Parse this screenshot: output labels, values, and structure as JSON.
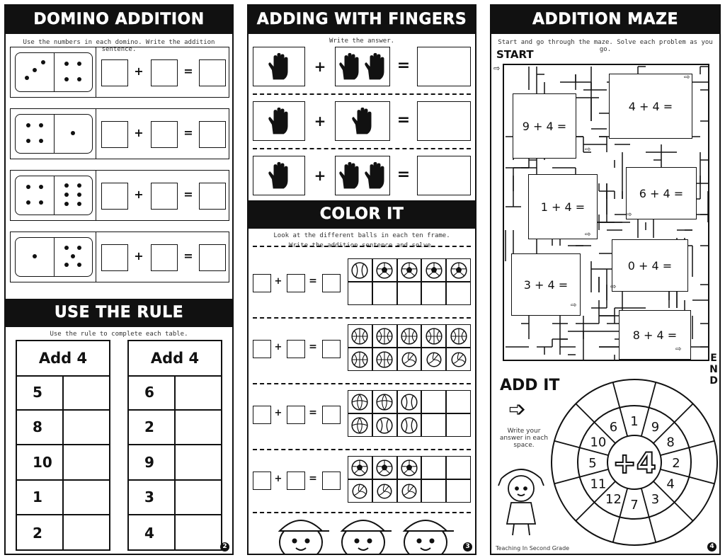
{
  "page2": {
    "domino": {
      "title": "DOMINO ADDITION",
      "instruction": "Use the numbers in each domino. Write the addition sentence.",
      "items": [
        [
          3,
          4
        ],
        [
          4,
          1
        ],
        [
          4,
          6
        ],
        [
          1,
          5
        ]
      ],
      "plus": "+",
      "equals": "="
    },
    "rule": {
      "title": "USE THE RULE",
      "instruction": "Use the rule to complete each table.",
      "tables": [
        {
          "header": "Add 4",
          "values": [
            "5",
            "8",
            "10",
            "1",
            "2"
          ]
        },
        {
          "header": "Add 4",
          "values": [
            "6",
            "2",
            "9",
            "3",
            "4"
          ]
        }
      ]
    },
    "page_number": "2"
  },
  "page3": {
    "fingers": {
      "title": "ADDING WITH FINGERS",
      "instruction": "Write the answer.",
      "rows": [
        {
          "left_hands": 1,
          "right_hands": 2
        },
        {
          "left_hands": 1,
          "right_hands": 1
        },
        {
          "left_hands": 1,
          "right_hands": 2
        }
      ],
      "plus": "+",
      "equals": "="
    },
    "color": {
      "title": "COLOR IT",
      "instruction_line1": "Look at the different balls in each ten frame.",
      "instruction_line2": "Write the addition sentence and solve.",
      "frames": [
        {
          "balls": [
            "baseball",
            "soccer",
            "soccer",
            "soccer",
            "soccer",
            "",
            "",
            "",
            "",
            ""
          ]
        },
        {
          "balls": [
            "basketball",
            "basketball",
            "basketball",
            "basketball",
            "basketball",
            "basketball",
            "basketball",
            "volleyball",
            "volleyball",
            "volleyball"
          ]
        },
        {
          "balls": [
            "beachball",
            "beachball",
            "baseball",
            "",
            "",
            "beachball",
            "baseball",
            "baseball",
            "",
            ""
          ]
        },
        {
          "balls": [
            "soccer",
            "soccer",
            "soccer",
            "",
            "",
            "volleyball",
            "volleyball",
            "volleyball",
            "",
            ""
          ]
        }
      ],
      "plus": "+",
      "equals": "="
    },
    "page_number": "3"
  },
  "page4": {
    "maze": {
      "title": "ADDITION MAZE",
      "instruction": "Start and go through the maze. Solve each problem as you go.",
      "start_label": "START",
      "end_label": "END",
      "problems": [
        "9 + 4 =",
        "4 + 4 =",
        "1 + 4 =",
        "6 + 4 =",
        "0 + 4 =",
        "3 + 4 =",
        "8 + 4 ="
      ]
    },
    "add_it": {
      "title": "ADD IT",
      "instruction": "Write your answer in each space.",
      "center": "+4",
      "numbers": [
        "1",
        "9",
        "8",
        "2",
        "4",
        "3",
        "7",
        "12",
        "11",
        "5",
        "10",
        "6"
      ]
    },
    "credit": "Teaching In Second Grade",
    "page_number": "4"
  }
}
